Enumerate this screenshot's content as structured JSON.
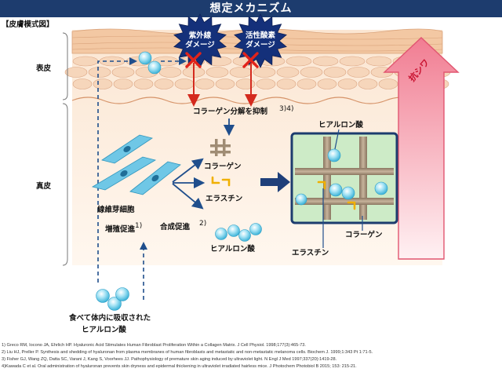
{
  "title": "想定メカニズム",
  "section_label": "【皮膚模式図】",
  "layers": {
    "epidermis": "表皮",
    "dermis": "真皮"
  },
  "damage": {
    "uv": [
      "紫外線",
      "ダメージ"
    ],
    "ros": [
      "活性酸素",
      "ダメージ"
    ]
  },
  "anti_wrinkle": "抗シワ",
  "collagen_breakdown": "コラーゲン分解を抑制",
  "collagen_breakdown_ref": "3)4)",
  "fibroblast": "線維芽細胞",
  "proliferation": "増殖促進",
  "proliferation_ref": "1)",
  "synthesis": "合成促進",
  "synthesis_ref": "2)",
  "products": {
    "collagen": "コラーゲン",
    "elastin": "エラスチン",
    "hyaluronic": "ヒアルロン酸"
  },
  "zoom": {
    "hyaluronic": "ヒアルロン酸",
    "collagen": "コラーゲン",
    "elastin": "エラスチン"
  },
  "ingested": [
    "食べて体内に吸収された",
    "ヒアルロン酸"
  ],
  "references": [
    "1) Greco RM, Iocono JA, Ehrlich HP. Hyaluronic Acid Stimulates Human Fibroblast Proliferation Within a Collagen Matrix. J Cell Physiol. 1998;177(3):465-73.",
    "2) Liu HJ, Preller P. Synthesis and shedding of hyaluronan from plasma membranes of human fibroblasts and metastatic and non-metastatic melanoma cells. Biochem J. 1999;1:343 Pt 1:71-5.",
    "3) Fisher GJ, Wang ZQ, Datta SC, Varani J, Kang S, Voorhees JJ. Pathophysiology of premature skin aging induced by ultraviolet light. N Engl J Med 1997;337(20):1419-28.",
    "4)Kawada C et al. Oral administration of hyaluronan prevents skin dryness and epidermal thickening in ultraviolet irradiated hairless mice. J Photochem Photobiol B 2015; 153: 215-21."
  ],
  "colors": {
    "header": "#1d3c6e",
    "arrow_red": "#d42a1e",
    "arrow_blue": "#1f4e8c",
    "hyaluronic_bead": "#7fd4ee",
    "fibroblast": "#6fc7e6",
    "collagen_fiber": "#a08c74",
    "elastin_fiber": "#f0b000",
    "zoom_bg": "#cdebc7",
    "anti_wrinkle": "#f07a90"
  }
}
